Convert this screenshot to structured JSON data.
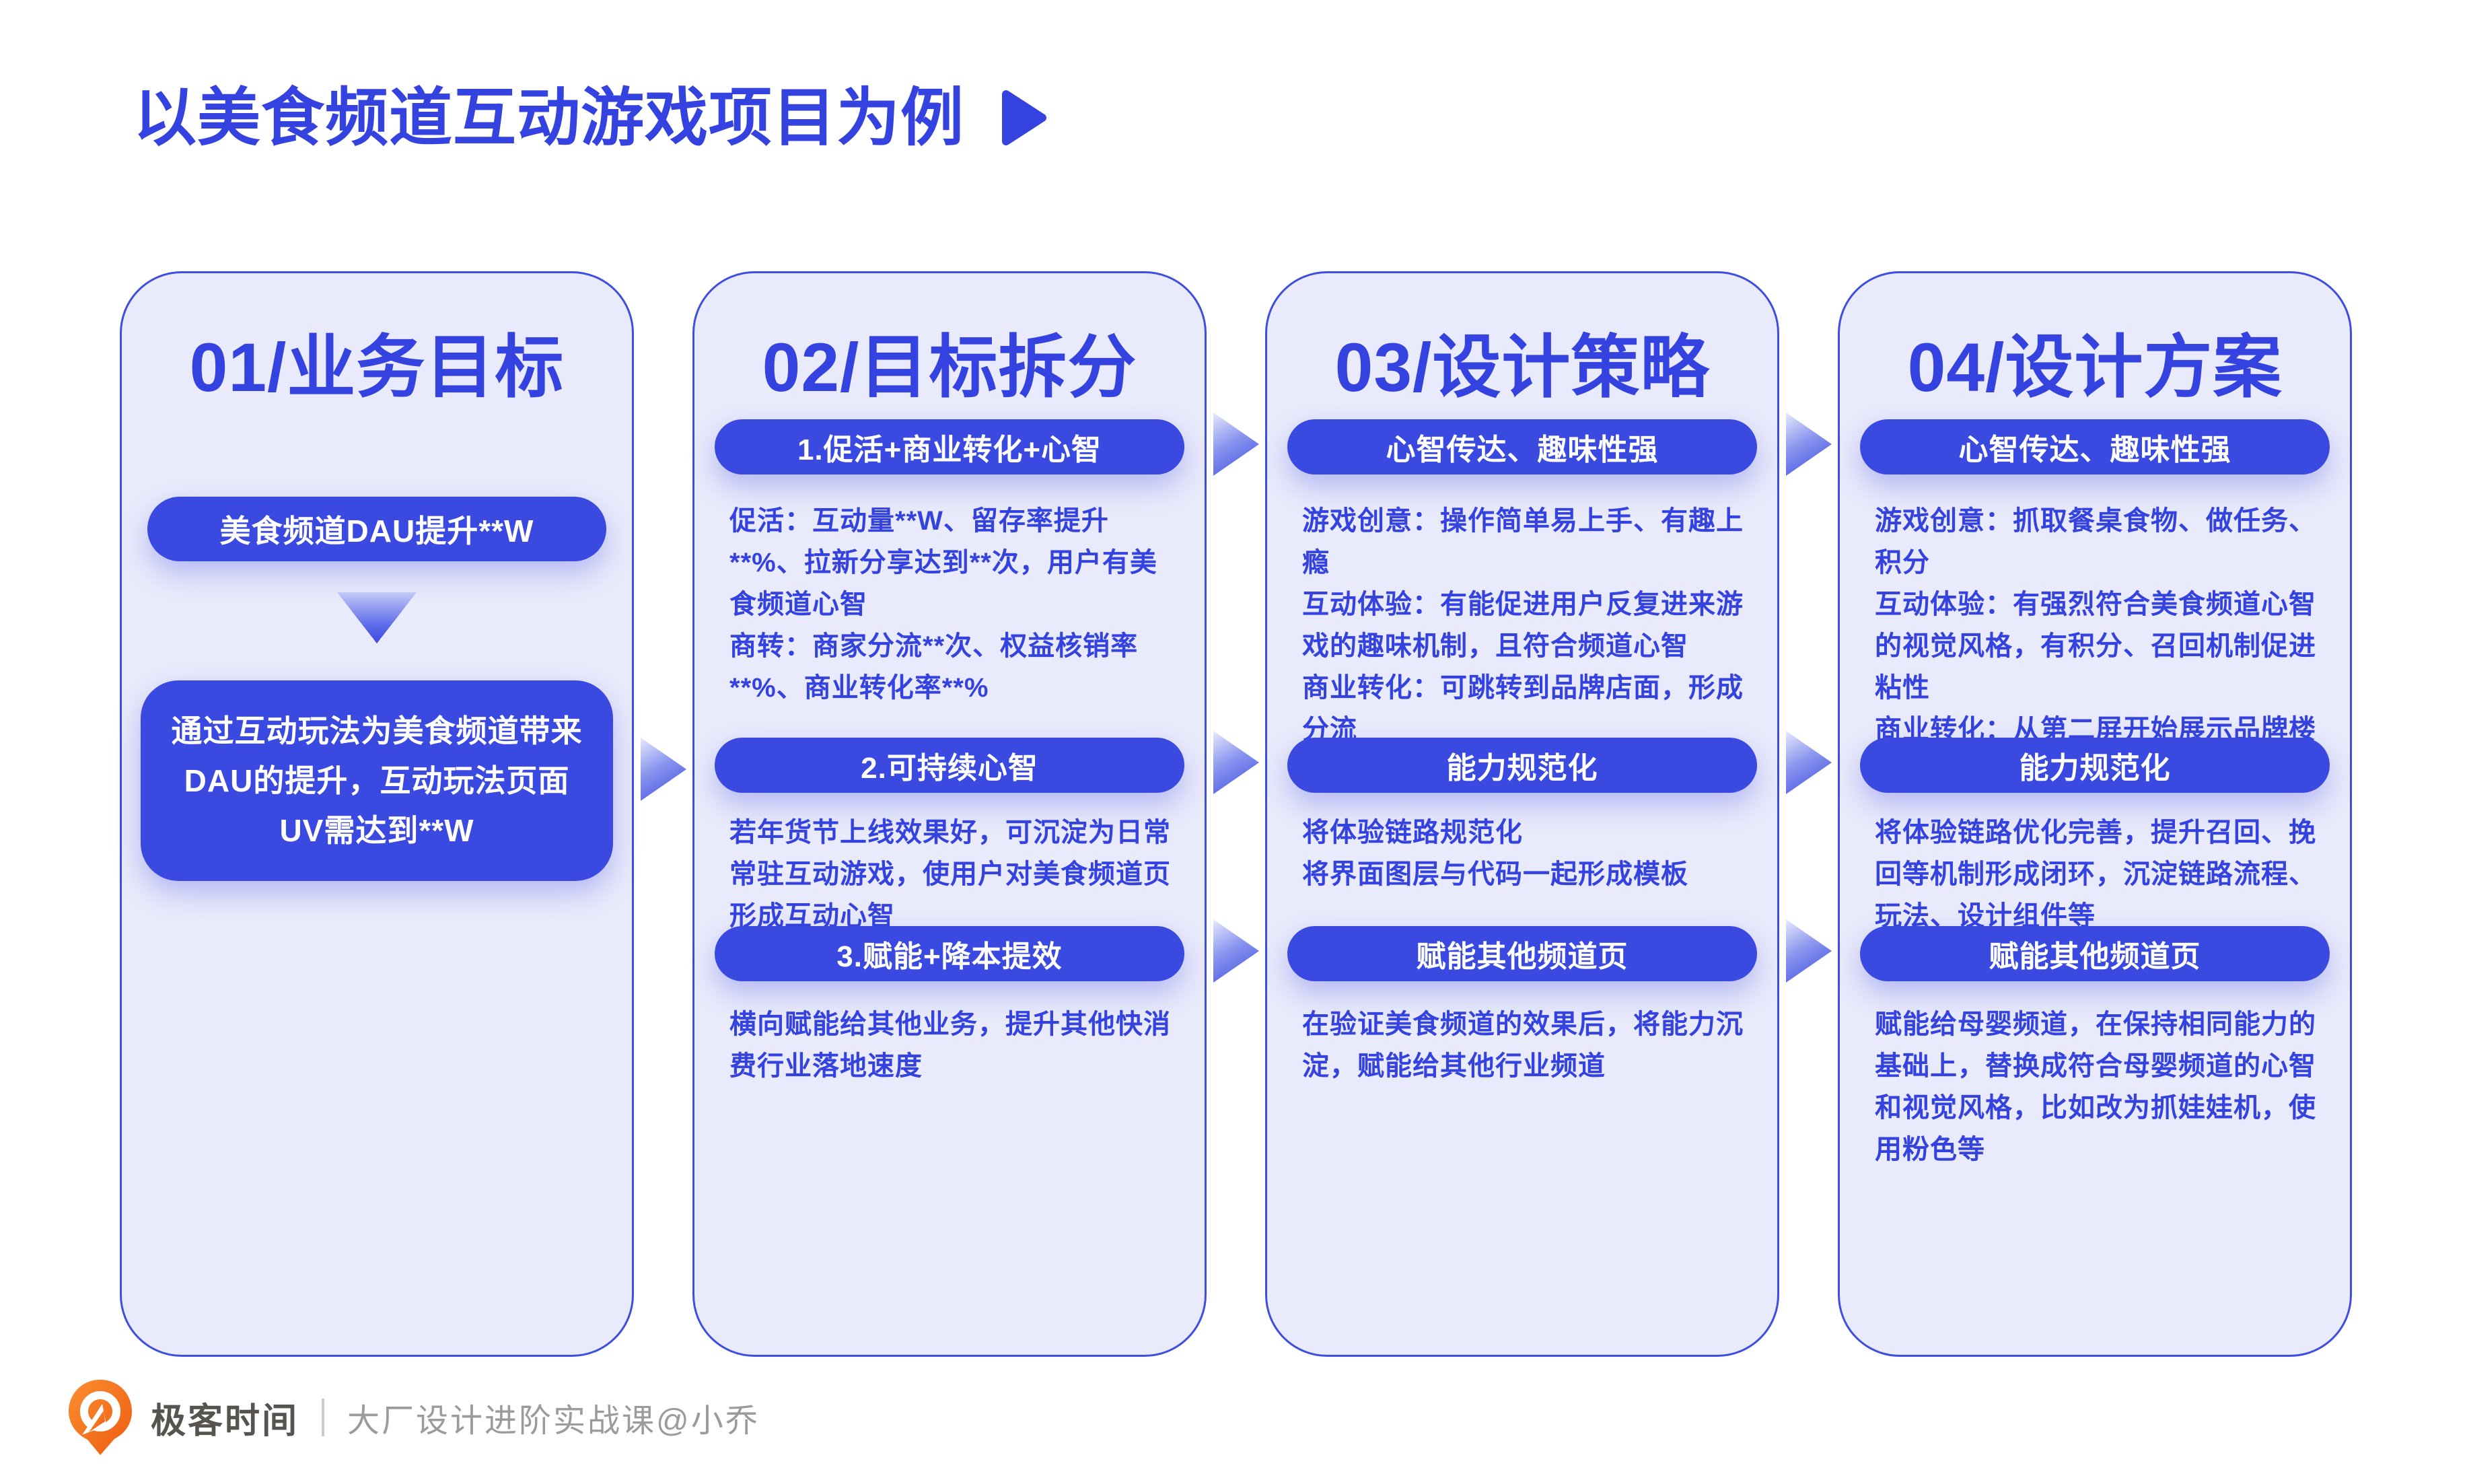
{
  "title": "以美食频道互动游戏项目为例",
  "colors": {
    "accent_blue": "#3A4AE1",
    "text_blue": "#3443DF",
    "card_background": "#E9EAFB",
    "card_border": "#3D4EE0",
    "logo_orange": "#F87A1D",
    "brand_text": "#57534F",
    "course_text": "#9B9B9B"
  },
  "columns": [
    {
      "header": "01/业务目标",
      "pill": "美食频道DAU提升**W",
      "box": "通过互动玩法为美食频道带来DAU的提升，互动玩法页面UV需达到**W"
    },
    {
      "header": "02/目标拆分",
      "rows": [
        {
          "pill": "1.促活+商业转化+心智",
          "desc": "促活：互动量**W、留存率提升**%、拉新分享达到**次，用户有美食频道心智\n商转：商家分流**次、权益核销率**%、商业转化率**%"
        },
        {
          "pill": "2.可持续心智",
          "desc": "若年货节上线效果好，可沉淀为日常常驻互动游戏，使用户对美食频道页形成互动心智"
        },
        {
          "pill": "3.赋能+降本提效",
          "desc": "横向赋能给其他业务，提升其他快消费行业落地速度"
        }
      ]
    },
    {
      "header": "03/设计策略",
      "rows": [
        {
          "pill": "心智传达、趣味性强",
          "desc": "游戏创意：操作简单易上手、有趣上瘾\n互动体验：有能促进用户反复进来游戏的趣味机制，且符合频道心智\n商业转化：可跳转到品牌店面，形成分流"
        },
        {
          "pill": "能力规范化",
          "desc": "将体验链路规范化\n将界面图层与代码一起形成模板"
        },
        {
          "pill": "赋能其他频道页",
          "desc": "在验证美食频道的效果后，将能力沉淀，赋能给其他行业频道"
        }
      ]
    },
    {
      "header": "04/设计方案",
      "rows": [
        {
          "pill": "心智传达、趣味性强",
          "desc": "游戏创意：抓取餐桌食物、做任务、积分\n互动体验：有强烈符合美食频道心智的视觉风格，有积分、召回机制促进粘性\n商业转化：从第二屏开始展示品牌楼层"
        },
        {
          "pill": "能力规范化",
          "desc": "将体验链路优化完善，提升召回、挽回等机制形成闭环，沉淀链路流程、玩法、设计组件等"
        },
        {
          "pill": "赋能其他频道页",
          "desc": "赋能给母婴频道，在保持相同能力的基础上，替换成符合母婴频道的心智和视觉风格，比如改为抓娃娃机，使用粉色等"
        }
      ]
    }
  ],
  "footer": {
    "brand": "极客时间",
    "course": "大厂设计进阶实战课@小乔"
  }
}
